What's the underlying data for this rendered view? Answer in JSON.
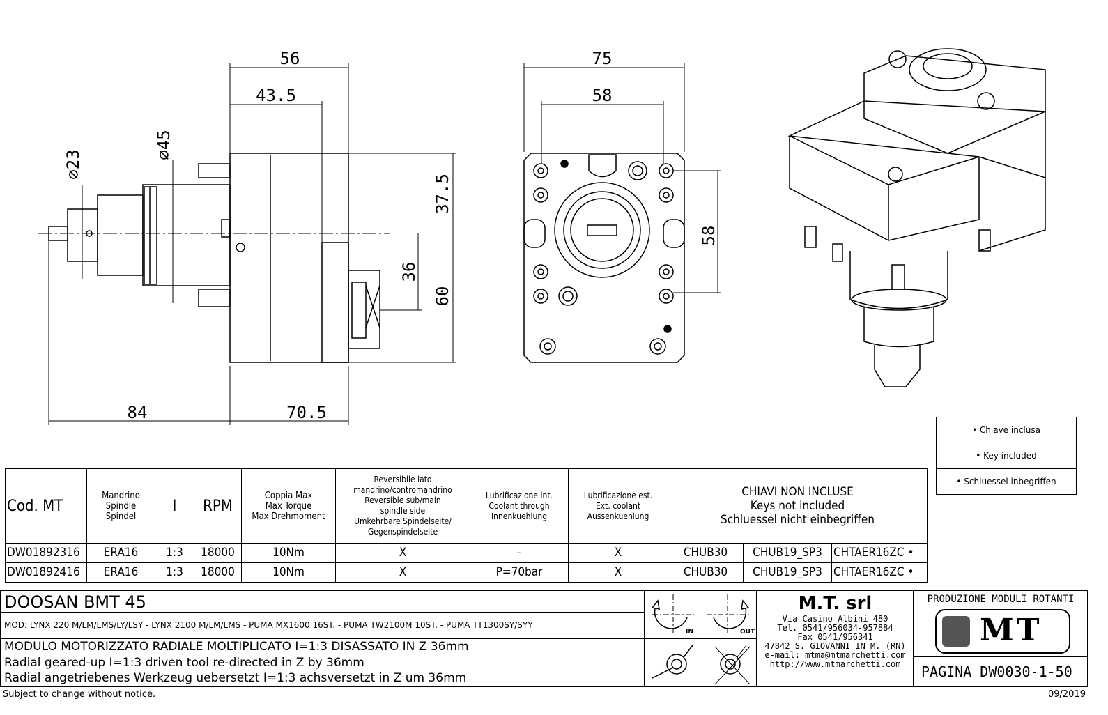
{
  "dimensions": {
    "side_view": {
      "d56": "56",
      "d43_5": "43.5",
      "d84": "84",
      "d70_5": "70.5",
      "d37_5": "37.5",
      "d36": "36",
      "d60": "60",
      "dia45": "⌀45",
      "dia23": "⌀23"
    },
    "front_view": {
      "d75": "75",
      "d58_h": "58",
      "d58_v": "58"
    }
  },
  "key_box": [
    "• Chiave inclusa",
    "• Key included",
    "• Schluessel inbegriffen"
  ],
  "table": {
    "headers": {
      "cod": "Cod. MT",
      "spindle": [
        "Mandrino",
        "Spindle",
        "Spindel"
      ],
      "ratio": "I",
      "rpm": "RPM",
      "torque": [
        "Coppia Max",
        "Max Torque",
        "Max Drehmoment"
      ],
      "reversible": [
        "Reversibile lato",
        "mandrino/contromandrino",
        "Reversible sub/main",
        "spindle side",
        "Umkehrbare Spindelseite/",
        "Gegenspindelseite"
      ],
      "coolant_int": [
        "Lubrificazione int.",
        "Coolant through",
        "Innenkuehlung"
      ],
      "coolant_ext": [
        "Lubrificazione est.",
        "Ext. coolant",
        "Aussenkuehlung"
      ],
      "keys": [
        "CHIAVI NON INCLUSE",
        "Keys not included",
        "Schluessel nicht einbegriffen"
      ]
    },
    "rows": [
      {
        "cod": "DW01892316",
        "spindle": "ERA16",
        "ratio": "1:3",
        "rpm": "18000",
        "torque": "10Nm",
        "reversible": "X",
        "coolant_int": "–",
        "coolant_ext": "X",
        "key1": "CHUB30",
        "key2": "CHUB19_SP3",
        "key3": "CHTAER16ZC",
        "mark": "•"
      },
      {
        "cod": "DW01892416",
        "spindle": "ERA16",
        "ratio": "1:3",
        "rpm": "18000",
        "torque": "10Nm",
        "reversible": "X",
        "coolant_int": "P=70bar",
        "coolant_ext": "X",
        "key1": "CHUB30",
        "key2": "CHUB19_SP3",
        "key3": "CHTAER16ZC",
        "mark": "•"
      }
    ]
  },
  "title_block": {
    "machine": "DOOSAN  BMT 45",
    "models": "MOD: LYNX 220 M/LM/LMS/LY/LSY - LYNX 2100 M/LM/LMS - PUMA MX1600 16ST. - PUMA TW2100M 10ST. - PUMA TT1300SY/SYY",
    "desc_it": "MODULO MOTORIZZATO RADIALE MOLTIPLICATO I=1:3 DISASSATO IN Z 36mm",
    "desc_en": "Radial geared-up I=1:3 driven tool re-directed in Z by 36mm",
    "desc_de": "Radial angetriebenes Werkzeug uebersetzt I=1:3 achsversetzt in Z um 36mm",
    "rotation_in": "IN",
    "rotation_out": "OUT",
    "company": "M.T. srl",
    "address": [
      "Via Casino Albini 480",
      "Tel. 0541/956034-957884",
      "Fax 0541/956341",
      "47842 S. GIOVANNI IN M. (RN)",
      "e-mail: mtma@mtmarchetti.com",
      "http://www.mtmarchetti.com"
    ],
    "production": "PRODUZIONE MODULI ROTANTI",
    "logo": "MT",
    "page": "PAGINA DW0030-1-50"
  },
  "footer": {
    "notice": "Subject to change without notice.",
    "date": "09/2019"
  }
}
